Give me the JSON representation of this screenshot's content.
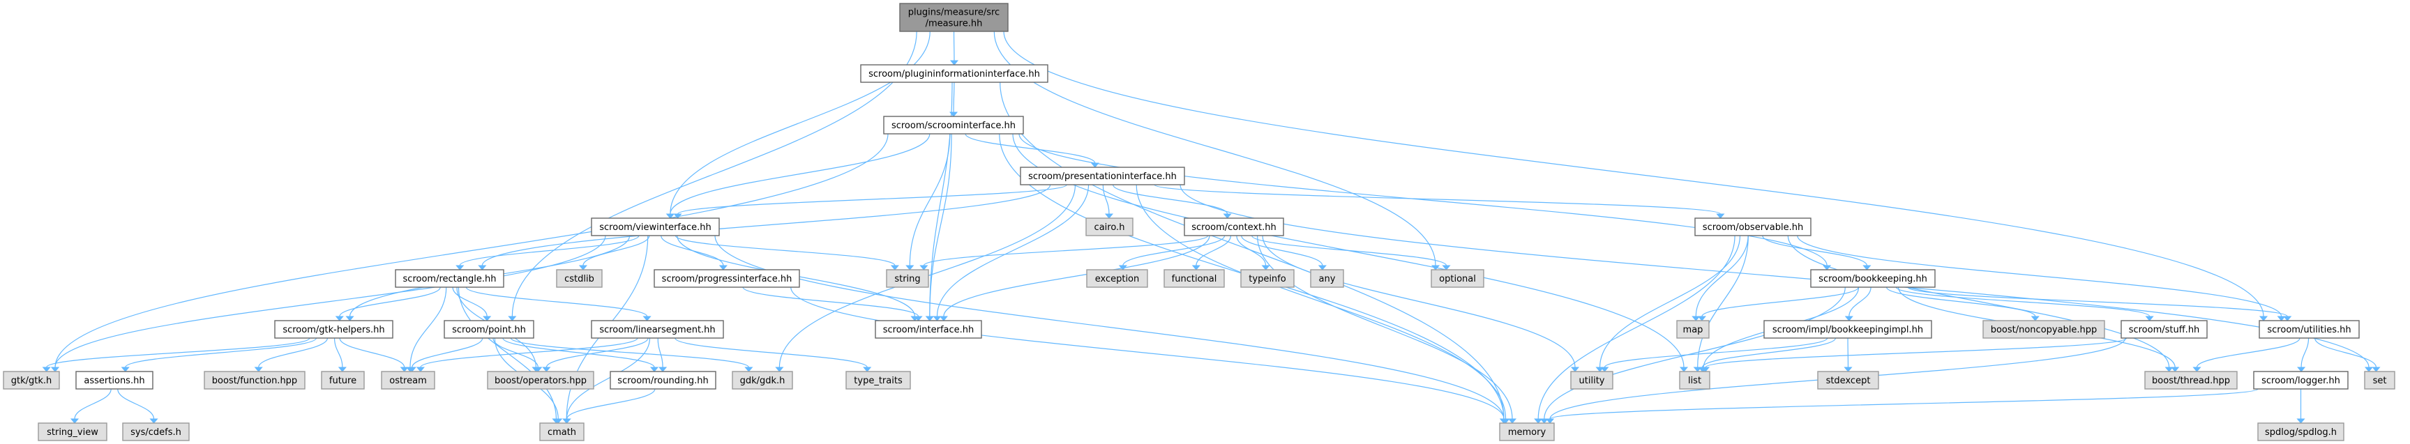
{
  "graph": {
    "title": "plugins/measure/src/measure.hh include dependency graph",
    "colors": {
      "edge": "#63b8ff",
      "root_fill": "#999999",
      "local_fill": "#ffffff",
      "system_fill": "#e0e0e0"
    },
    "nodes": [
      {
        "id": "measure",
        "label_lines": [
          "plugins/measure/src",
          "/measure.hh"
        ],
        "kind": "root"
      },
      {
        "id": "plugininfo",
        "label_lines": [
          "scroom/plugininformationinterface.hh"
        ],
        "kind": "local"
      },
      {
        "id": "scroominterface",
        "label_lines": [
          "scroom/scroominterface.hh"
        ],
        "kind": "local"
      },
      {
        "id": "presentationinterface",
        "label_lines": [
          "scroom/presentationinterface.hh"
        ],
        "kind": "local"
      },
      {
        "id": "viewinterface",
        "label_lines": [
          "scroom/viewinterface.hh"
        ],
        "kind": "local"
      },
      {
        "id": "cairo",
        "label_lines": [
          "cairo.h"
        ],
        "kind": "system"
      },
      {
        "id": "context",
        "label_lines": [
          "scroom/context.hh"
        ],
        "kind": "local"
      },
      {
        "id": "observable",
        "label_lines": [
          "scroom/observable.hh"
        ],
        "kind": "local"
      },
      {
        "id": "rectangle",
        "label_lines": [
          "scroom/rectangle.hh"
        ],
        "kind": "local"
      },
      {
        "id": "cstdlib",
        "label_lines": [
          "cstdlib"
        ],
        "kind": "system"
      },
      {
        "id": "progressinterface",
        "label_lines": [
          "scroom/progressinterface.hh"
        ],
        "kind": "local"
      },
      {
        "id": "string",
        "label_lines": [
          "string"
        ],
        "kind": "system"
      },
      {
        "id": "exception",
        "label_lines": [
          "exception"
        ],
        "kind": "system"
      },
      {
        "id": "functional",
        "label_lines": [
          "functional"
        ],
        "kind": "system"
      },
      {
        "id": "typeinfo",
        "label_lines": [
          "typeinfo"
        ],
        "kind": "system"
      },
      {
        "id": "any",
        "label_lines": [
          "any"
        ],
        "kind": "system"
      },
      {
        "id": "optional",
        "label_lines": [
          "optional"
        ],
        "kind": "system"
      },
      {
        "id": "bookkeeping",
        "label_lines": [
          "scroom/bookkeeping.hh"
        ],
        "kind": "local"
      },
      {
        "id": "gtkhelpers",
        "label_lines": [
          "scroom/gtk-helpers.hh"
        ],
        "kind": "local"
      },
      {
        "id": "point",
        "label_lines": [
          "scroom/point.hh"
        ],
        "kind": "local"
      },
      {
        "id": "linearsegment",
        "label_lines": [
          "scroom/linearsegment.hh"
        ],
        "kind": "local"
      },
      {
        "id": "interface",
        "label_lines": [
          "scroom/interface.hh"
        ],
        "kind": "local"
      },
      {
        "id": "map",
        "label_lines": [
          "map"
        ],
        "kind": "system"
      },
      {
        "id": "bookkeepingimpl",
        "label_lines": [
          "scroom/impl/bookkeepingimpl.hh"
        ],
        "kind": "local"
      },
      {
        "id": "noncopyable",
        "label_lines": [
          "boost/noncopyable.hpp"
        ],
        "kind": "system"
      },
      {
        "id": "stuff",
        "label_lines": [
          "scroom/stuff.hh"
        ],
        "kind": "local"
      },
      {
        "id": "utilities",
        "label_lines": [
          "scroom/utilities.hh"
        ],
        "kind": "local"
      },
      {
        "id": "gtk",
        "label_lines": [
          "gtk/gtk.h"
        ],
        "kind": "system"
      },
      {
        "id": "assertions",
        "label_lines": [
          "assertions.hh"
        ],
        "kind": "local"
      },
      {
        "id": "boostfunction",
        "label_lines": [
          "boost/function.hpp"
        ],
        "kind": "system"
      },
      {
        "id": "future",
        "label_lines": [
          "future"
        ],
        "kind": "system"
      },
      {
        "id": "ostream",
        "label_lines": [
          "ostream"
        ],
        "kind": "system"
      },
      {
        "id": "boostoperators",
        "label_lines": [
          "boost/operators.hpp"
        ],
        "kind": "system"
      },
      {
        "id": "rounding",
        "label_lines": [
          "scroom/rounding.hh"
        ],
        "kind": "local"
      },
      {
        "id": "gdk",
        "label_lines": [
          "gdk/gdk.h"
        ],
        "kind": "system"
      },
      {
        "id": "typetraits",
        "label_lines": [
          "type_traits"
        ],
        "kind": "system"
      },
      {
        "id": "utility",
        "label_lines": [
          "utility"
        ],
        "kind": "system"
      },
      {
        "id": "list",
        "label_lines": [
          "list"
        ],
        "kind": "system"
      },
      {
        "id": "stdexcept",
        "label_lines": [
          "stdexcept"
        ],
        "kind": "system"
      },
      {
        "id": "boostthread",
        "label_lines": [
          "boost/thread.hpp"
        ],
        "kind": "system"
      },
      {
        "id": "logger",
        "label_lines": [
          "scroom/logger.hh"
        ],
        "kind": "local"
      },
      {
        "id": "set",
        "label_lines": [
          "set"
        ],
        "kind": "system"
      },
      {
        "id": "stringview",
        "label_lines": [
          "string_view"
        ],
        "kind": "system"
      },
      {
        "id": "cdefs",
        "label_lines": [
          "sys/cdefs.h"
        ],
        "kind": "system"
      },
      {
        "id": "cmath",
        "label_lines": [
          "cmath"
        ],
        "kind": "system"
      },
      {
        "id": "memory",
        "label_lines": [
          "memory"
        ],
        "kind": "system"
      },
      {
        "id": "spdlog",
        "label_lines": [
          "spdlog/spdlog.h"
        ],
        "kind": "system"
      }
    ],
    "edges": [
      [
        "measure",
        "plugininfo"
      ],
      [
        "measure",
        "viewinterface"
      ],
      [
        "measure",
        "point"
      ],
      [
        "measure",
        "optional"
      ],
      [
        "measure",
        "utilities"
      ],
      [
        "plugininfo",
        "scroominterface"
      ],
      [
        "plugininfo",
        "interface"
      ],
      [
        "plugininfo",
        "memory"
      ],
      [
        "scroominterface",
        "presentationinterface"
      ],
      [
        "scroominterface",
        "viewinterface"
      ],
      [
        "scroominterface",
        "gtk"
      ],
      [
        "scroominterface",
        "string"
      ],
      [
        "scroominterface",
        "interface"
      ],
      [
        "scroominterface",
        "memory"
      ],
      [
        "scroominterface",
        "list"
      ],
      [
        "scroominterface",
        "bookkeeping"
      ],
      [
        "presentationinterface",
        "viewinterface"
      ],
      [
        "presentationinterface",
        "rectangle"
      ],
      [
        "presentationinterface",
        "cairo"
      ],
      [
        "presentationinterface",
        "context"
      ],
      [
        "presentationinterface",
        "interface"
      ],
      [
        "presentationinterface",
        "gdk"
      ],
      [
        "presentationinterface",
        "memory"
      ],
      [
        "presentationinterface",
        "observable"
      ],
      [
        "presentationinterface",
        "set"
      ],
      [
        "viewinterface",
        "rectangle"
      ],
      [
        "viewinterface",
        "gtkhelpers"
      ],
      [
        "viewinterface",
        "cstdlib"
      ],
      [
        "viewinterface",
        "progressinterface"
      ],
      [
        "viewinterface",
        "string"
      ],
      [
        "viewinterface",
        "interface"
      ],
      [
        "viewinterface",
        "gtk"
      ],
      [
        "viewinterface",
        "memory"
      ],
      [
        "viewinterface",
        "cmath"
      ],
      [
        "context",
        "string"
      ],
      [
        "context",
        "interface"
      ],
      [
        "context",
        "exception"
      ],
      [
        "context",
        "functional"
      ],
      [
        "context",
        "typeinfo"
      ],
      [
        "context",
        "any"
      ],
      [
        "context",
        "optional"
      ],
      [
        "context",
        "utility"
      ],
      [
        "context",
        "memory"
      ],
      [
        "observable",
        "memory"
      ],
      [
        "observable",
        "utility"
      ],
      [
        "observable",
        "list"
      ],
      [
        "observable",
        "map"
      ],
      [
        "observable",
        "bookkeeping"
      ],
      [
        "observable",
        "utilities"
      ],
      [
        "observable",
        "boostthread"
      ],
      [
        "bookkeeping",
        "map"
      ],
      [
        "bookkeeping",
        "bookkeepingimpl"
      ],
      [
        "bookkeeping",
        "noncopyable"
      ],
      [
        "bookkeeping",
        "stuff"
      ],
      [
        "bookkeeping",
        "utilities"
      ],
      [
        "bookkeeping",
        "memory"
      ],
      [
        "bookkeeping",
        "list"
      ],
      [
        "bookkeeping",
        "boostthread"
      ],
      [
        "bookkeepingimpl",
        "utility"
      ],
      [
        "bookkeepingimpl",
        "list"
      ],
      [
        "bookkeepingimpl",
        "stdexcept"
      ],
      [
        "stuff",
        "list"
      ],
      [
        "stuff",
        "memory"
      ],
      [
        "utilities",
        "boostthread"
      ],
      [
        "utilities",
        "logger"
      ],
      [
        "utilities",
        "set"
      ],
      [
        "logger",
        "spdlog"
      ],
      [
        "logger",
        "memory"
      ],
      [
        "rectangle",
        "gtkhelpers"
      ],
      [
        "rectangle",
        "point"
      ],
      [
        "rectangle",
        "ostream"
      ],
      [
        "rectangle",
        "boostoperators"
      ],
      [
        "rectangle",
        "linearsegment"
      ],
      [
        "rectangle",
        "cmath"
      ],
      [
        "gtkhelpers",
        "gtk"
      ],
      [
        "gtkhelpers",
        "assertions"
      ],
      [
        "gtkhelpers",
        "boostfunction"
      ],
      [
        "gtkhelpers",
        "future"
      ],
      [
        "gtkhelpers",
        "ostream"
      ],
      [
        "point",
        "ostream"
      ],
      [
        "point",
        "boostoperators"
      ],
      [
        "point",
        "rounding"
      ],
      [
        "point",
        "gdk"
      ],
      [
        "point",
        "cmath"
      ],
      [
        "linearsegment",
        "ostream"
      ],
      [
        "linearsegment",
        "boostoperators"
      ],
      [
        "linearsegment",
        "rounding"
      ],
      [
        "linearsegment",
        "typetraits"
      ],
      [
        "linearsegment",
        "cmath"
      ],
      [
        "rounding",
        "cmath"
      ],
      [
        "progressinterface",
        "interface"
      ],
      [
        "progressinterface",
        "memory"
      ],
      [
        "assertions",
        "stringview"
      ],
      [
        "assertions",
        "cdefs"
      ]
    ]
  }
}
